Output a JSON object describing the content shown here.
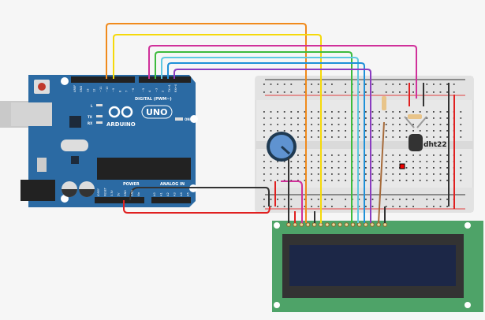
{
  "arduino": {
    "brand": "ARDUINO",
    "model": "UNO",
    "digital_label": "DIGITAL (PWM~)",
    "power_label": "POWER",
    "analog_label": "ANALOG IN",
    "led_labels": {
      "l": "L",
      "tx": "TX",
      "rx": "RX",
      "on": "ON"
    },
    "digital_pins": [
      "AREF",
      "GND",
      "13",
      "12",
      "~11",
      "~10",
      "~9",
      "8",
      "7",
      "~6",
      "~5",
      "4",
      "~3",
      "2",
      "TX→1",
      "RX←0"
    ],
    "power_pins": [
      "IOREF",
      "RESET",
      "3.3V",
      "5V",
      "GND",
      "GND",
      "Vin"
    ],
    "analog_pins": [
      "A0",
      "A1",
      "A2",
      "A3",
      "A4",
      "A5"
    ],
    "color": "#2b6aa3"
  },
  "sensor": {
    "label": "dht22"
  },
  "lcd": {
    "pins": 16,
    "board_color": "#4ea368",
    "screen_color": "#1c2747"
  },
  "wires": [
    {
      "name": "orange",
      "color": "#f08a1c"
    },
    {
      "name": "yellow",
      "color": "#f5d90a"
    },
    {
      "name": "magenta",
      "color": "#d0309a"
    },
    {
      "name": "green",
      "color": "#3dbb3d"
    },
    {
      "name": "light-blue",
      "color": "#5ec8e0"
    },
    {
      "name": "blue",
      "color": "#1e90d8"
    },
    {
      "name": "purple",
      "color": "#8a3cc0"
    },
    {
      "name": "brown",
      "color": "#a66a3a"
    },
    {
      "name": "black",
      "color": "#333333"
    },
    {
      "name": "red",
      "color": "#e02020"
    }
  ]
}
